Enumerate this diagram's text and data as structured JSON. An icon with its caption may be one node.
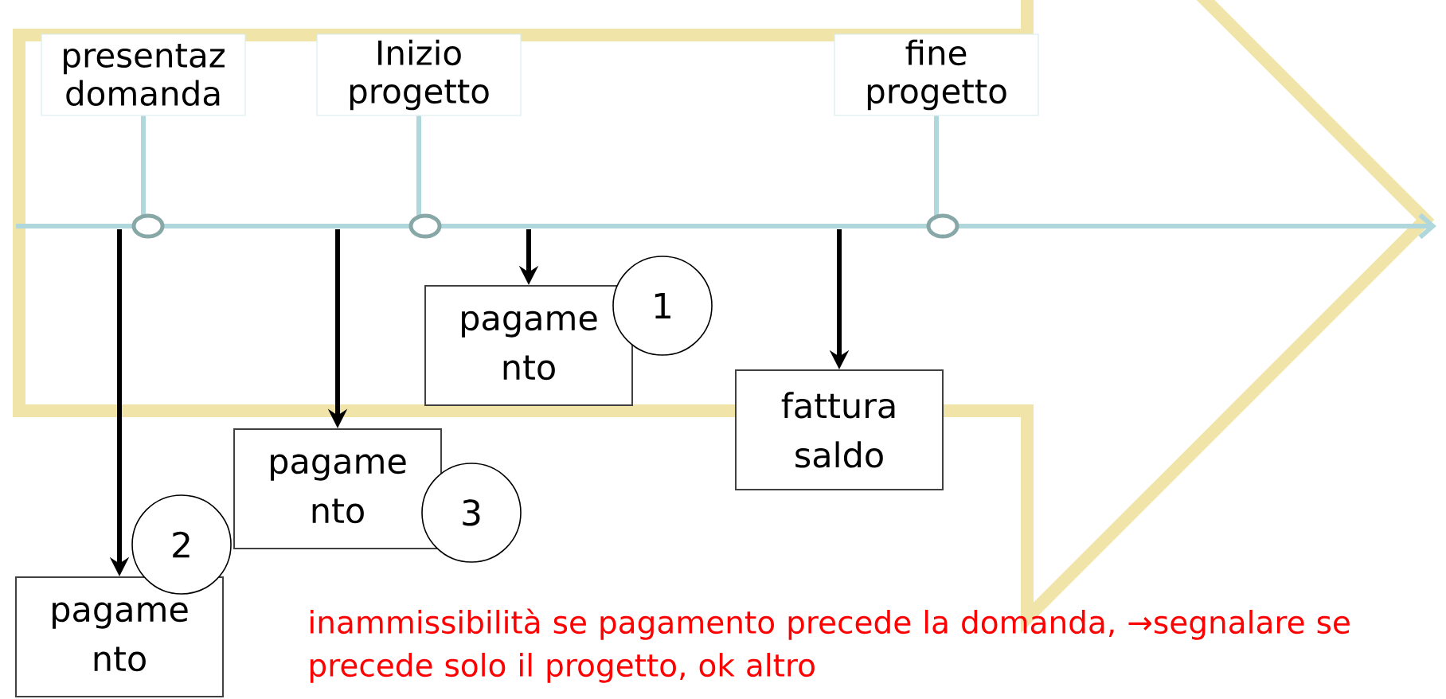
{
  "diagram": {
    "nodes": [
      {
        "text": [
          "presentaz domanda"
        ]
      },
      {
        "text": [
          "Inizio progetto"
        ]
      },
      {
        "text": [
          "fine progetto"
        ]
      },
      {
        "text": [
          "pagame nto"
        ]
      },
      {
        "text": [
          "1"
        ]
      },
      {
        "text": [
          "fattura saldo"
        ]
      },
      {
        "text": [
          "pagame nto"
        ]
      },
      {
        "text": [
          "3"
        ]
      },
      {
        "text": [
          "2"
        ]
      },
      {
        "text": [
          "pagame nto"
        ]
      }
    ],
    "edges": [
      {
        "from": 0,
        "to": null,
        "arrow": "none",
        "color": "#b0d8dc"
      },
      {
        "from": 1,
        "to": null,
        "arrow": "none",
        "color": "#b0d8dc"
      },
      {
        "from": 2,
        "to": null,
        "arrow": "none",
        "color": "#b0d8dc"
      },
      {
        "from": null,
        "to": 3,
        "arrow": "to"
      },
      {
        "from": null,
        "to": 5,
        "arrow": "to"
      },
      {
        "from": null,
        "to": 6,
        "arrow": "to"
      },
      {
        "from": null,
        "to": 9,
        "arrow": "to"
      }
    ],
    "labels": [
      "inammissibilità se pagamento precede la domanda, →segnalare se precede solo il progetto, ok altro"
    ]
  }
}
